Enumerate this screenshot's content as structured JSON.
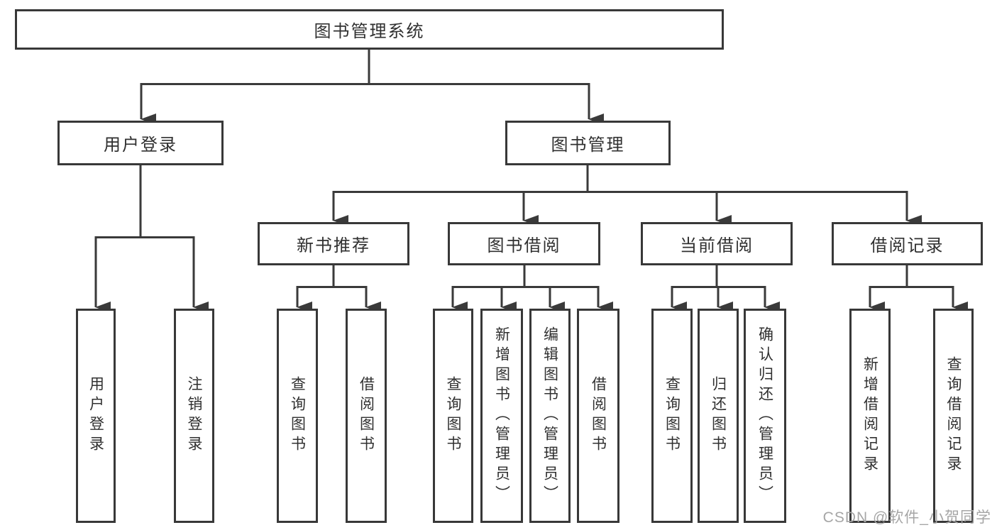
{
  "title": "图书管理系统",
  "level2": {
    "user_login": "用户登录",
    "book_mgmt": "图书管理"
  },
  "level3": {
    "new_books": "新书推荐",
    "borrow": "图书借阅",
    "current": "当前借阅",
    "records": "借阅记录"
  },
  "leaves": {
    "user_login": [
      "用户登录",
      "注销登录"
    ],
    "new_books": [
      "查询图书",
      "借阅图书"
    ],
    "borrow": [
      "查询图书",
      "新增图书（管理员）",
      "编辑图书（管理员）",
      "借阅图书"
    ],
    "current": [
      "查询图书",
      "归还图书",
      "确认归还（管理员）"
    ],
    "records": [
      "新增借阅记录",
      "查询借阅记录"
    ]
  },
  "watermark": "CSDN @软件_小贺同学",
  "colors": {
    "line": "#3a3a3a",
    "text": "#303030",
    "box_bg": "#ffffff",
    "watermark": "#a6a6a6"
  }
}
